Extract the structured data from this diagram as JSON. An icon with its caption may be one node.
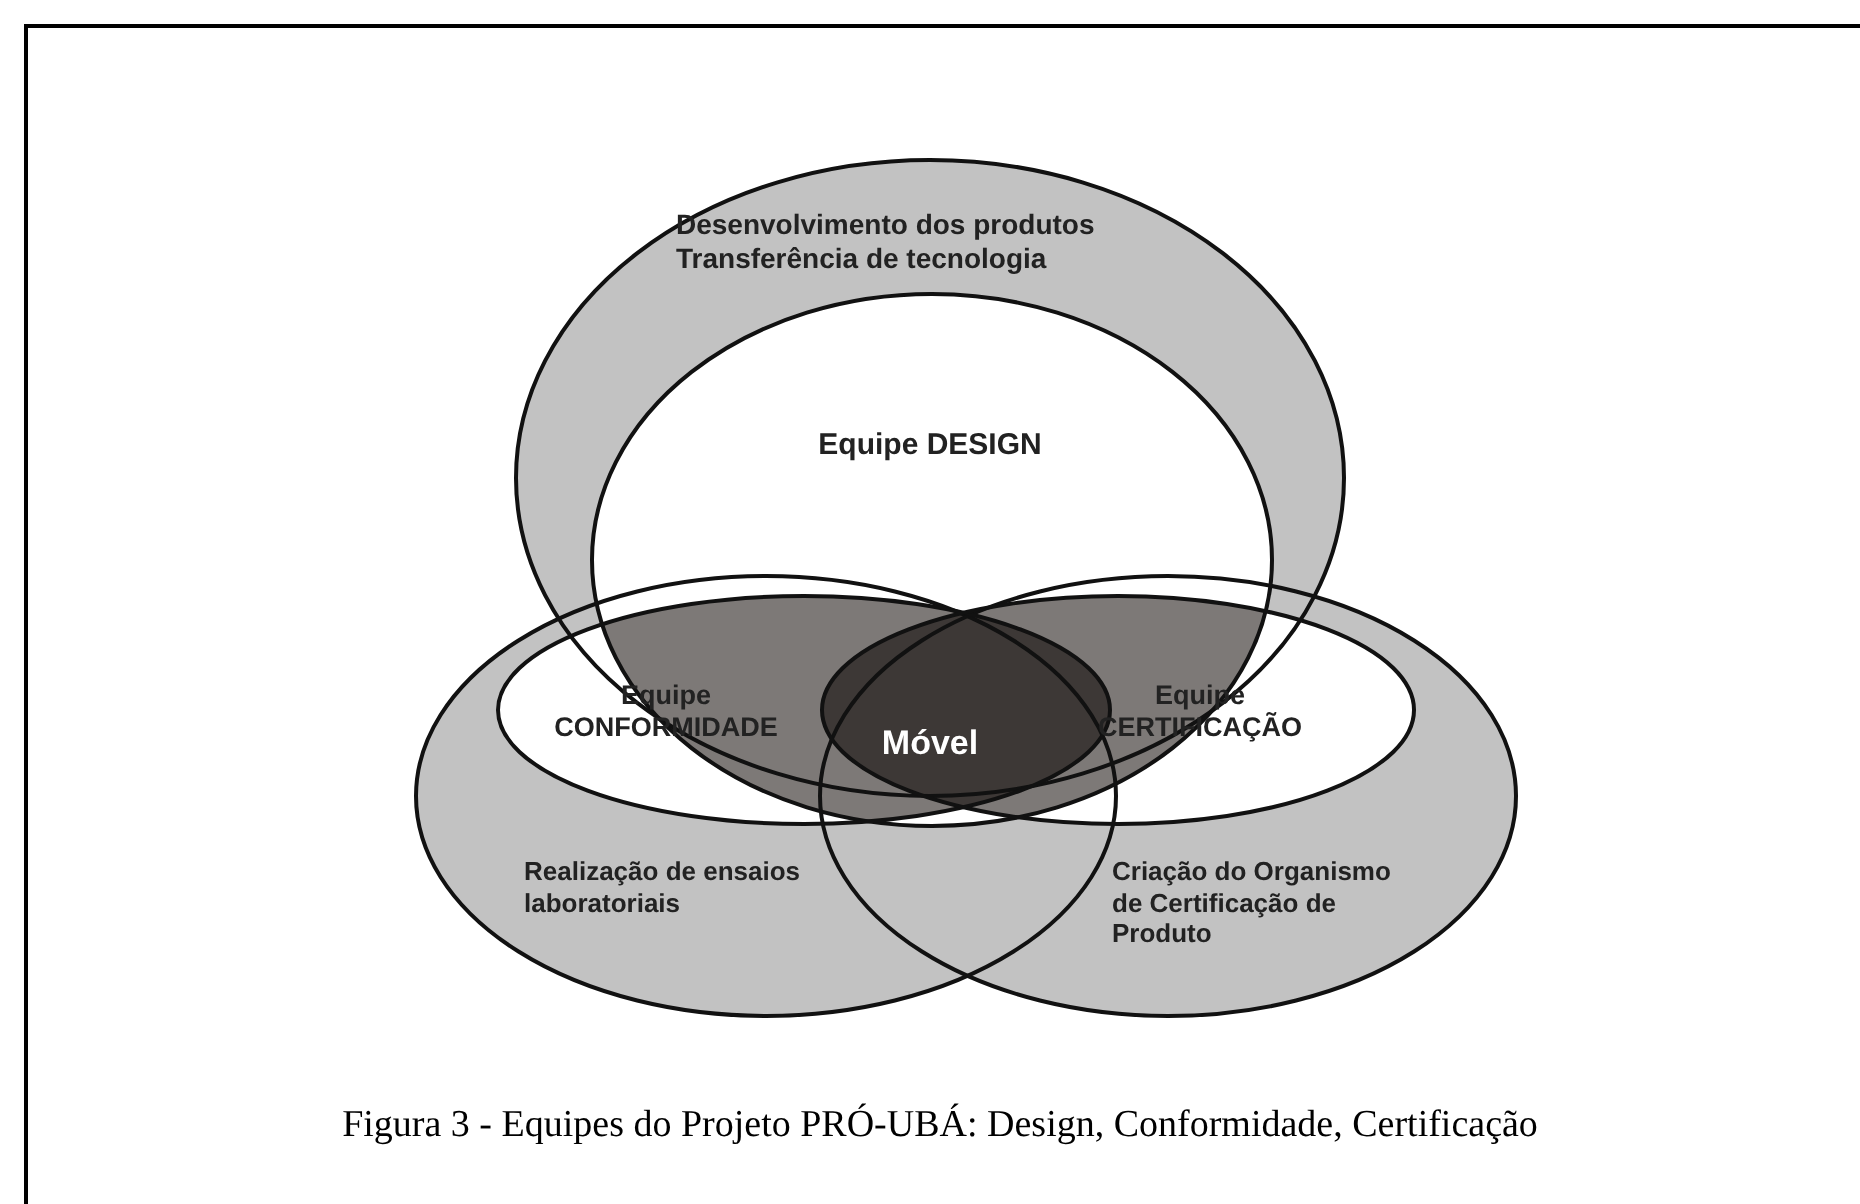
{
  "diagram": {
    "caption": "Figura 3 - Equipes do Projeto PRÓ-UBÁ: Design, Conformidade, Certificação",
    "nodes": [
      {
        "text": [
          "Desenvolvimento dos produtos Transferência de tecnologia"
        ]
      },
      {
        "text": [
          "Equipe DESIGN"
        ]
      },
      {
        "text": [
          "Equipe CONFORMIDADE"
        ]
      },
      {
        "text": [
          "Equipe CERTIFICAÇÃO"
        ]
      },
      {
        "text": [
          "Móvel"
        ]
      },
      {
        "text": [
          "Realização de ensaios laboratoriais"
        ]
      },
      {
        "text": [
          "Criação do Organismo de Certificação de Produto"
        ]
      }
    ],
    "edges": []
  }
}
